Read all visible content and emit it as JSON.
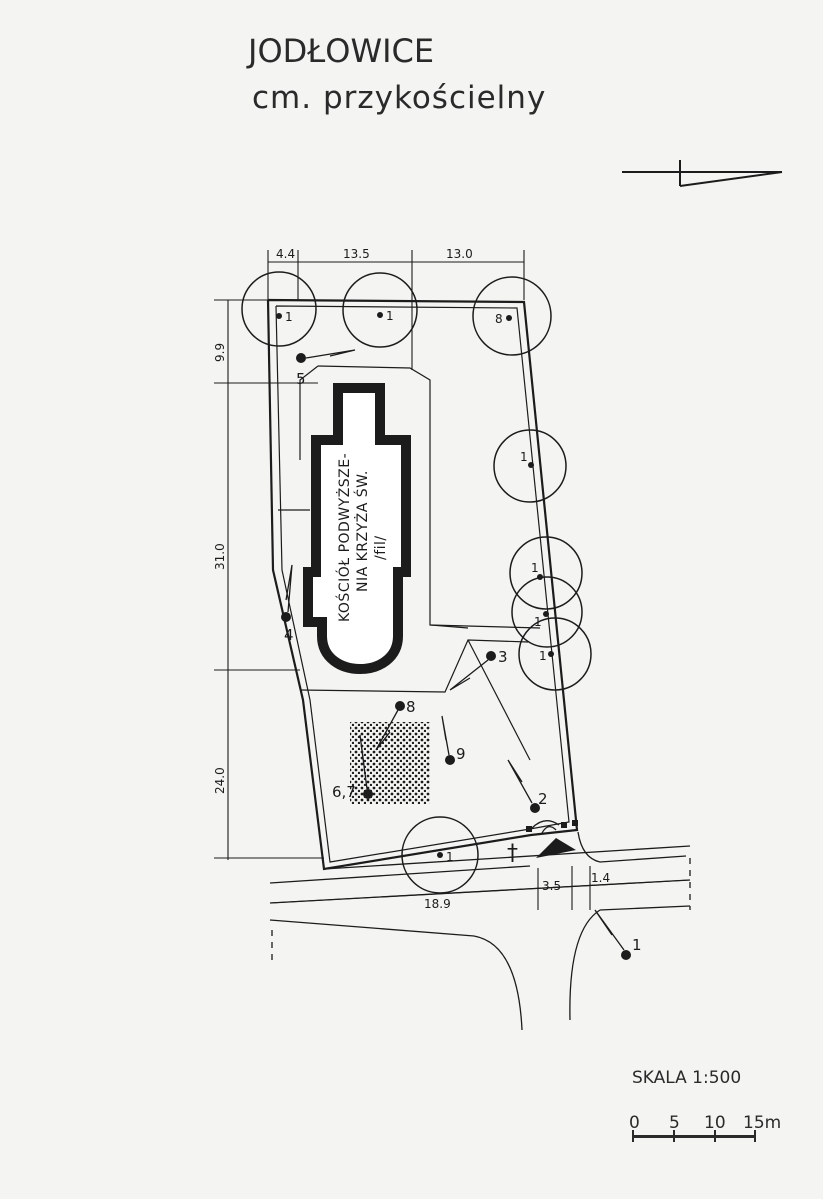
{
  "title": {
    "place": "JODŁOWICE",
    "subtitle": "cm. przykościelny"
  },
  "church_label": {
    "line1": "KOŚCIÓŁ PODWYŻSZE-",
    "line2": "NIA KRZYŻA ŚW.",
    "line3": "/fil/"
  },
  "dimensions": {
    "top_1": "4.4",
    "top_2": "13.5",
    "top_3": "13.0",
    "left_1": "9.9",
    "left_2": "31.0",
    "left_3": "24.0",
    "bottom_1": "18.9",
    "bottom_2": "3.5",
    "bottom_3": "1.4"
  },
  "trees": [
    {
      "id": "tree-top-left",
      "label": "1"
    },
    {
      "id": "tree-top-middle",
      "label": "1"
    },
    {
      "id": "tree-top-right",
      "label": "8"
    },
    {
      "id": "tree-right-1",
      "label": "1"
    },
    {
      "id": "tree-right-2",
      "label": "1"
    },
    {
      "id": "tree-right-3",
      "label": "1"
    },
    {
      "id": "tree-right-4",
      "label": "1"
    },
    {
      "id": "tree-bottom",
      "label": "1"
    }
  ],
  "markers": [
    {
      "id": "marker-5",
      "label": "5"
    },
    {
      "id": "marker-4",
      "label": "4"
    },
    {
      "id": "marker-3",
      "label": "3"
    },
    {
      "id": "marker-8",
      "label": "8"
    },
    {
      "id": "marker-9",
      "label": "9"
    },
    {
      "id": "marker-67",
      "label": "6,7"
    },
    {
      "id": "marker-2",
      "label": "2"
    },
    {
      "id": "marker-1-outside",
      "label": "1"
    }
  ],
  "cross_symbol": "†",
  "scale": {
    "label": "SKALA 1:500",
    "ticks": [
      "0",
      "5",
      "10",
      "15m"
    ]
  },
  "colors": {
    "paper": "#f4f4f2",
    "ink": "#1c1c1c"
  }
}
